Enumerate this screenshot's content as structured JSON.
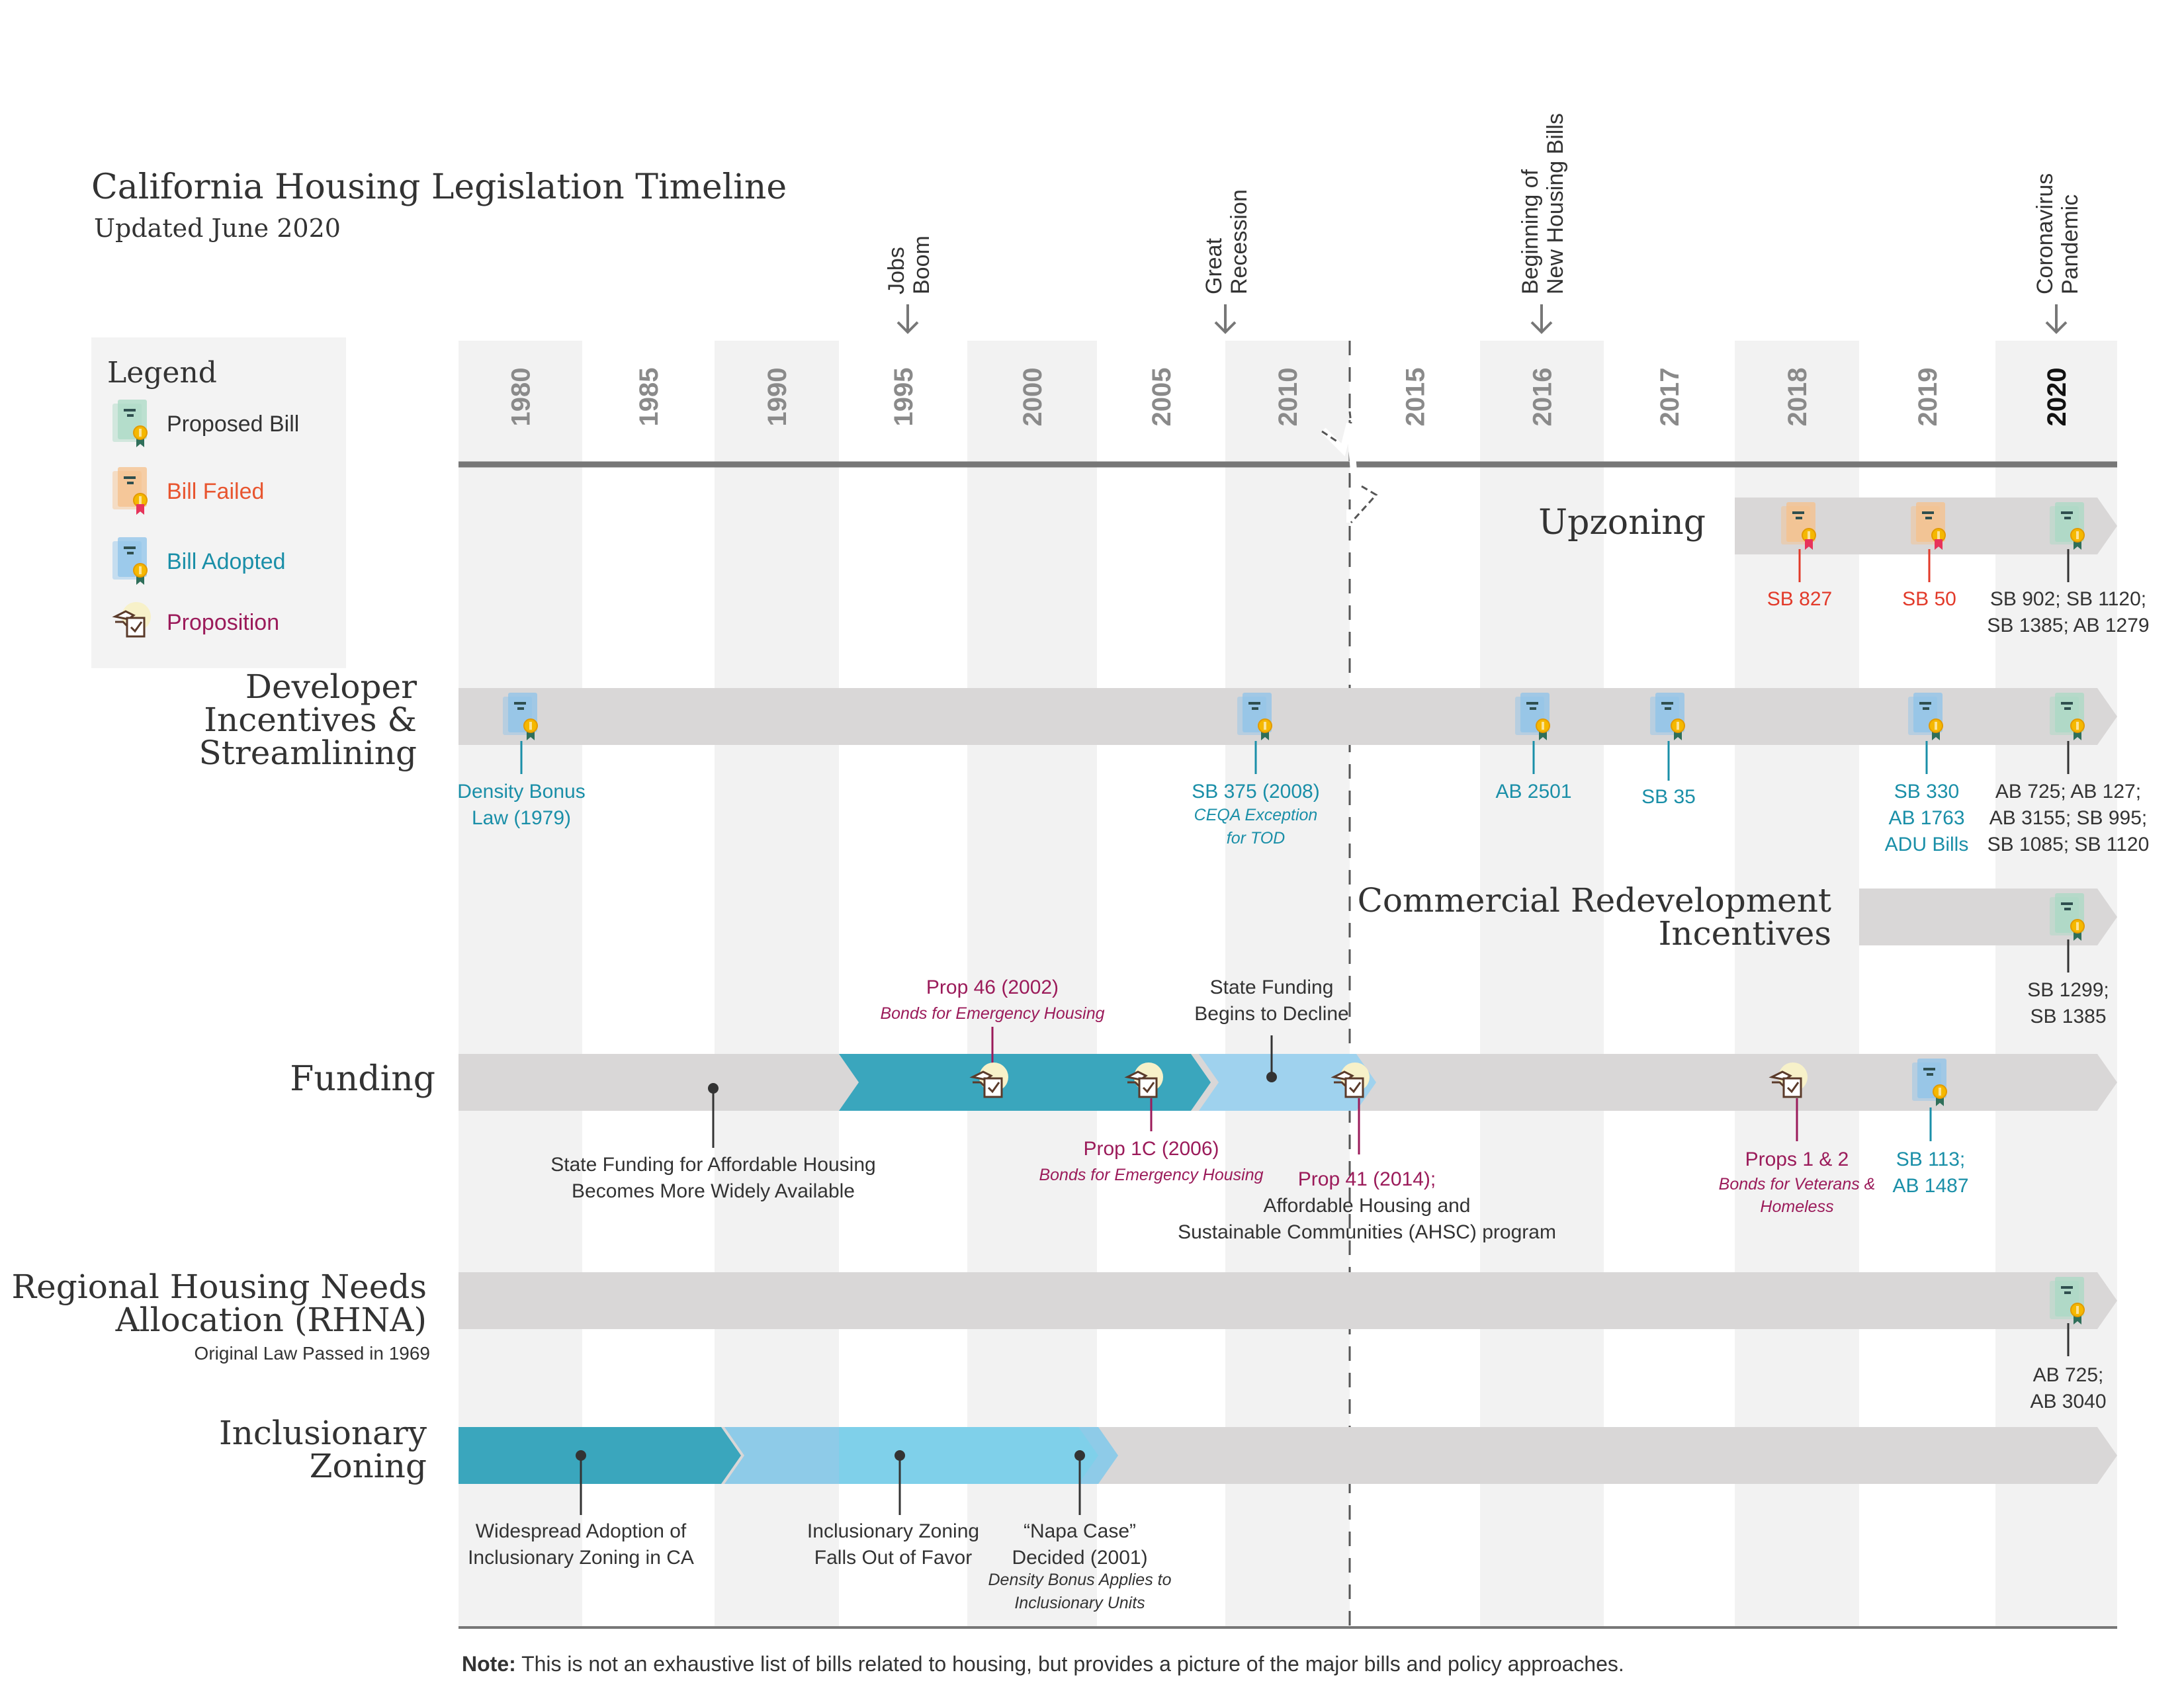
{
  "title": "California Housing Legislation Timeline",
  "subtitle": "Updated June 2020",
  "legend": {
    "heading": "Legend",
    "items": [
      {
        "label": "Proposed Bill",
        "icon": "proposed-bill-icon",
        "color": "#333333"
      },
      {
        "label": "Bill Failed",
        "icon": "failed-bill-icon",
        "color": "#e8552f"
      },
      {
        "label": "Bill Adopted",
        "icon": "adopted-bill-icon",
        "color": "#1a8fa8"
      },
      {
        "label": "Proposition",
        "icon": "proposition-icon",
        "color": "#9b1b5a"
      }
    ]
  },
  "colors": {
    "proposed": "#333333",
    "failed": "#e23a2a",
    "adopted": "#1a8fa8",
    "proposition": "#9b1b5a",
    "band": "#d9d7d7",
    "teal_dark": "#3aa6bd",
    "teal_light": "#8ecbe8"
  },
  "years": [
    "1980",
    "1985",
    "1990",
    "1995",
    "2000",
    "2005",
    "2010",
    "2015",
    "2016",
    "2017",
    "2018",
    "2019",
    "2020"
  ],
  "events": [
    {
      "line1": "Jobs",
      "line2": "Boom"
    },
    {
      "line1": "Great",
      "line2": "Recession"
    },
    {
      "line1": "Beginning of",
      "line2": "New Housing Bills"
    },
    {
      "line1": "Coronavirus",
      "line2": "Pandemic"
    }
  ],
  "rows": {
    "upzoning": {
      "label": "Upzoning"
    },
    "developer": {
      "label_lines": [
        "Developer",
        "Incentives &",
        "Streamlining"
      ]
    },
    "commercial": {
      "label_lines": [
        "Commercial Redevelopment",
        "Incentives"
      ]
    },
    "funding": {
      "label": "Funding"
    },
    "rhna": {
      "label_lines": [
        "Regional Housing Needs",
        "Allocation (RHNA)"
      ],
      "note": "Original Law Passed in 1969"
    },
    "inclusionary": {
      "label_lines": [
        "Inclusionary",
        "Zoning"
      ]
    }
  },
  "annotations": {
    "up_sb827": [
      "SB 827"
    ],
    "up_sb50": [
      "SB 50"
    ],
    "up_2020": [
      "SB 902; SB 1120;",
      "SB 1385; AB 1279"
    ],
    "dev_density": [
      "Density Bonus",
      "Law (1979)"
    ],
    "dev_sb375": [
      "SB 375 (2008)"
    ],
    "dev_sb375_note": [
      "CEQA Exception",
      "for TOD"
    ],
    "dev_ab2501": [
      "AB 2501"
    ],
    "dev_sb35": [
      "SB 35"
    ],
    "dev_sb330": [
      "SB 330",
      "AB 1763",
      "ADU Bills"
    ],
    "dev_2020": [
      "AB 725; AB 127;",
      "AB 3155; SB 995;",
      "SB 1085; SB 1120"
    ],
    "com_2020": [
      "SB 1299;",
      "SB 1385"
    ],
    "fund_prop46": [
      "Prop 46 (2002)"
    ],
    "fund_prop46_note": [
      "Bonds for Emergency Housing"
    ],
    "fund_decline": [
      "State Funding",
      "Begins to Decline"
    ],
    "fund_state": [
      "State Funding for Affordable Housing",
      "Becomes More Widely Available"
    ],
    "fund_prop1c": [
      "Prop 1C (2006)"
    ],
    "fund_prop1c_note": [
      "Bonds for Emergency Housing"
    ],
    "fund_prop41": [
      "Prop 41 (2014);"
    ],
    "fund_prop41_rest": [
      "Affordable Housing and",
      "Sustainable Communities (AHSC) program"
    ],
    "fund_props12": [
      "Props 1 & 2"
    ],
    "fund_props12_note": [
      "Bonds for Veterans &",
      "Homeless"
    ],
    "fund_sb113": [
      "SB 113;",
      "AB 1487"
    ],
    "rhna_2020": [
      "AB 725;",
      "AB 3040"
    ],
    "inc_widespread": [
      "Widespread Adoption of",
      "Inclusionary Zoning in CA"
    ],
    "inc_falls": [
      "Inclusionary Zoning",
      "Falls Out of Favor"
    ],
    "inc_napa": [
      "“Napa Case”",
      "Decided (2001)"
    ],
    "inc_napa_note": [
      "Density Bonus Applies to",
      "Inclusionary Units"
    ]
  },
  "note": {
    "bold": "Note:",
    "text": " This is not an exhaustive list of bills related to housing, but provides a picture of the major bills and policy approaches."
  }
}
